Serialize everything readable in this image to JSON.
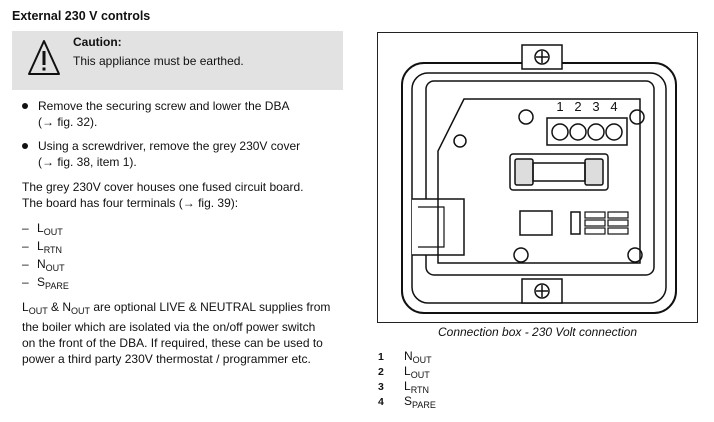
{
  "heading": "External 230 V controls",
  "caution": {
    "title": "Caution:",
    "text": "This appliance must be earthed."
  },
  "bullets": [
    {
      "line1": "Remove the securing screw and lower the DBA",
      "line2": "(→ fig. 32)."
    },
    {
      "line1": "Using a screwdriver, remove the grey 230V cover",
      "line2": "(→ fig. 38, item 1)."
    }
  ],
  "para1": {
    "line1": "The grey 230V cover houses one fused circuit board.",
    "line2": "The board has four terminals (→ fig. 39):"
  },
  "terminals": [
    {
      "dash": "–",
      "main": "L",
      "sub": "OUT"
    },
    {
      "dash": "–",
      "main": "L",
      "sub": "RTN"
    },
    {
      "dash": "–",
      "main": "N",
      "sub": "OUT"
    },
    {
      "dash": "–",
      "main": "S",
      "sub": "PARE"
    }
  ],
  "para2": {
    "l_main": "L",
    "l_sub": "OUT",
    "amp": " & ",
    "n_main": "N",
    "n_sub": "OUT",
    "line1_rest": " are optional LIVE & NEUTRAL supplies from",
    "line2": "the boiler which are isolated via the on/off power switch",
    "line3": "on the front of the DBA. If required, these can be used to",
    "line4": "power a third party 230V thermostat / programmer etc."
  },
  "figure": {
    "terminal_numbers": [
      "1",
      "2",
      "3",
      "4"
    ],
    "caption": "Connection box - 230 Volt connection"
  },
  "legend": [
    {
      "num": "1",
      "main": "N",
      "sub": "OUT"
    },
    {
      "num": "2",
      "main": "L",
      "sub": "OUT"
    },
    {
      "num": "3",
      "main": "L",
      "sub": "RTN"
    },
    {
      "num": "4",
      "main": "S",
      "sub": "PARE"
    }
  ]
}
